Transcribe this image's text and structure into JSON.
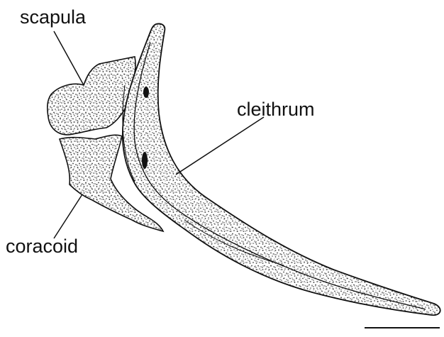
{
  "labels": {
    "scapula": "scapula",
    "cleithrum": "cleithrum",
    "coracoid": "coracoid"
  },
  "colors": {
    "ink": "#111111",
    "paper": "#ffffff"
  }
}
